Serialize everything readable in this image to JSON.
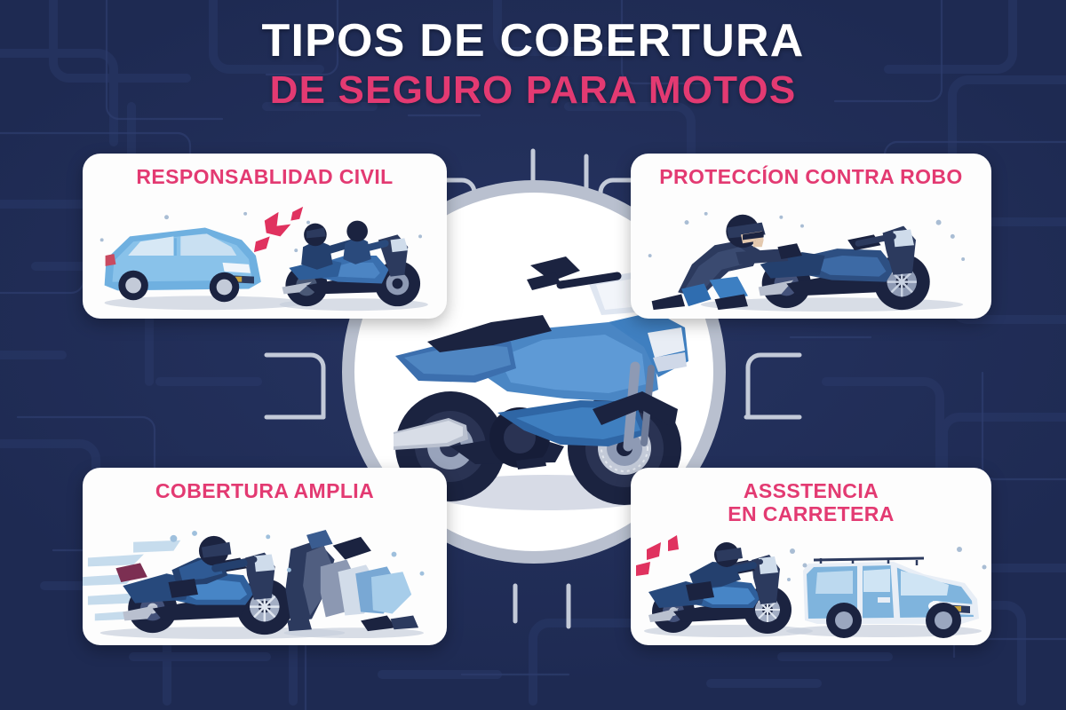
{
  "header": {
    "title_line1": "TIPOS DE COBERTURA",
    "title_line2": "DE SEGURO PARA MOTOS"
  },
  "colors": {
    "background": "#1e2a52",
    "accent_pink": "#e33a72",
    "title_white": "#ffffff",
    "card_background": "#fdfdfd",
    "ring_silver": "#b9c0cf",
    "moto_blue": "#3f7fc0",
    "moto_dark": "#1b2340"
  },
  "center": {
    "icon": "sport-motorcycle-illustration",
    "description": "Blue sport motorcycle on white circle"
  },
  "cards": [
    {
      "id": "responsabilidad-civil",
      "title": "RESPONSABLIDAD CIVIL",
      "icon": "car-motorcycle-collision-illustration"
    },
    {
      "id": "proteccion-contra-robo",
      "title": "PROTECCÍON CONTRA ROBO",
      "icon": "thief-stealing-motorcycle-illustration"
    },
    {
      "id": "cobertura-amplia",
      "title": "COBERTURA AMPLIA",
      "icon": "rider-motorcycle-damage-illustration"
    },
    {
      "id": "asistencia-en-carretera",
      "title": "ASSSTENCIA\nEN CARRETERA",
      "icon": "motorcycle-tow-van-illustration"
    }
  ]
}
